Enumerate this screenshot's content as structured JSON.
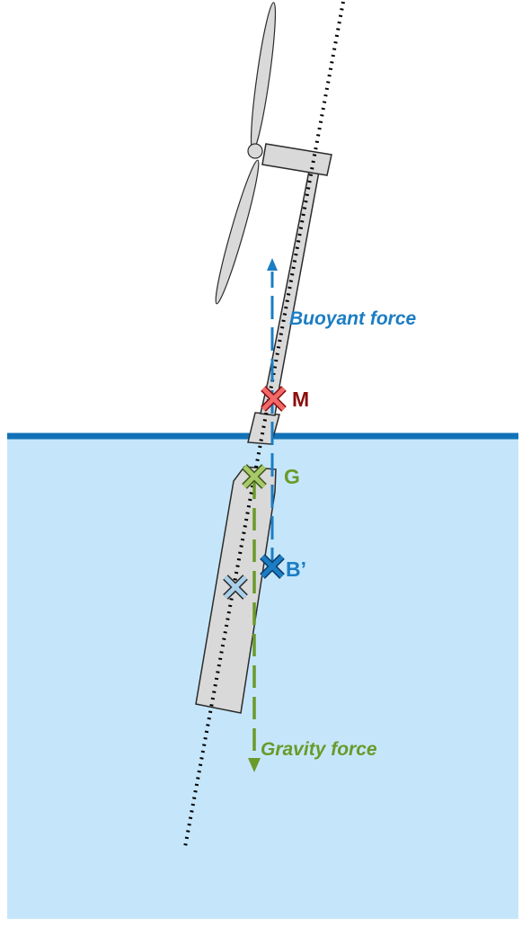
{
  "labels": {
    "buoyant_force": "Buoyant force",
    "gravity_force": "Gravity force",
    "metacenter": "M",
    "center_of_gravity": "G",
    "center_of_buoyancy": "B’"
  },
  "colors": {
    "water": "#c5e6fa",
    "waterline": "#1272b8",
    "structure_fill": "#d9d9d9",
    "structure_stroke": "#2b2b2b",
    "axis_line": "#000000",
    "buoyant": "#1b7dc4",
    "gravity": "#6a9a2a",
    "marker_M": "#f06a6a",
    "marker_M_label": "#8b0e0e",
    "marker_G": "#a7c96a",
    "marker_B": "#1b7dc4",
    "marker_original_B": "#a9d0ea"
  },
  "icons": {
    "rotor": "wind-turbine-rotor-icon",
    "marker": "cross-marker-icon",
    "arrowhead": "arrowhead-icon"
  }
}
